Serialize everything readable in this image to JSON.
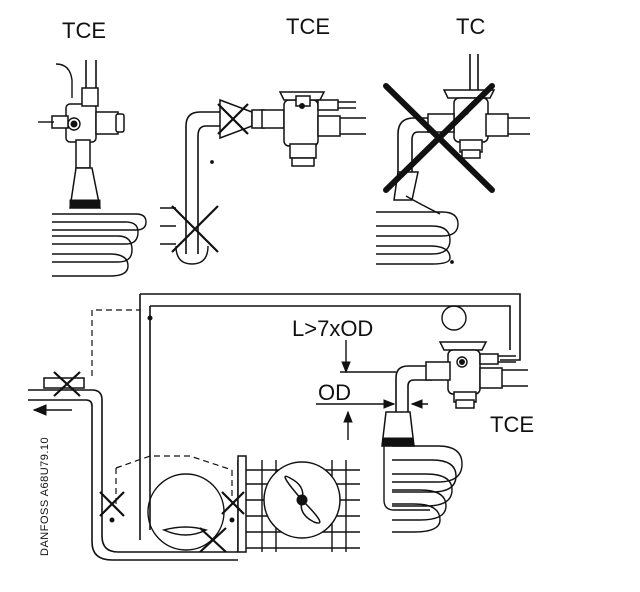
{
  "labels": {
    "panel1": "TCE",
    "panel2": "TCE",
    "panel3": "TC",
    "main": "TCE",
    "length": "L>7xOD",
    "od": "OD",
    "code": "DANFOSS A68U79.10"
  }
}
